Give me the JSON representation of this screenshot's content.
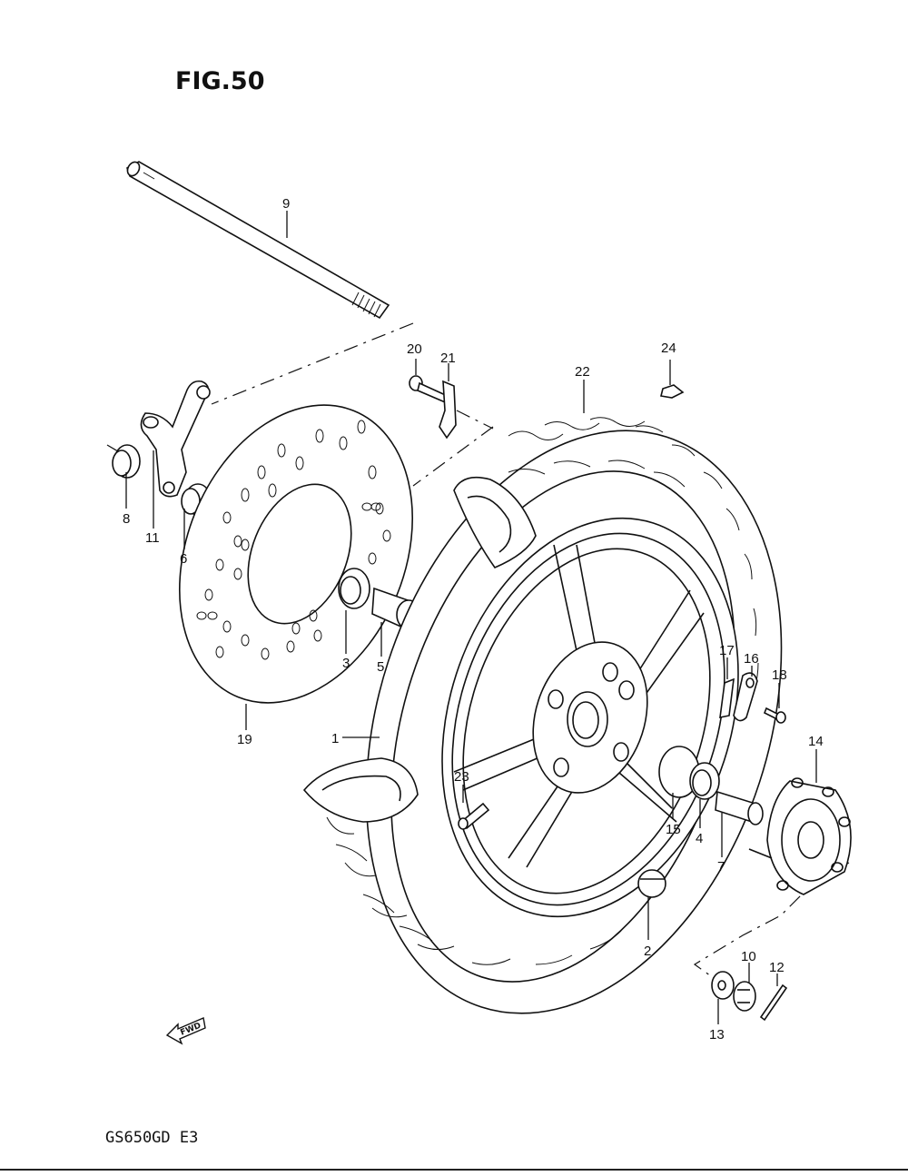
{
  "figure": {
    "title": "FIG.50",
    "model": "GS650GD  E3",
    "fwd_label": "FWD"
  },
  "callouts": [
    "1",
    "2",
    "3",
    "4",
    "5",
    "6",
    "7",
    "8",
    "9",
    "10",
    "11",
    "12",
    "13",
    "14",
    "15",
    "16",
    "17",
    "18",
    "19",
    "20",
    "21",
    "22",
    "23",
    "24"
  ]
}
